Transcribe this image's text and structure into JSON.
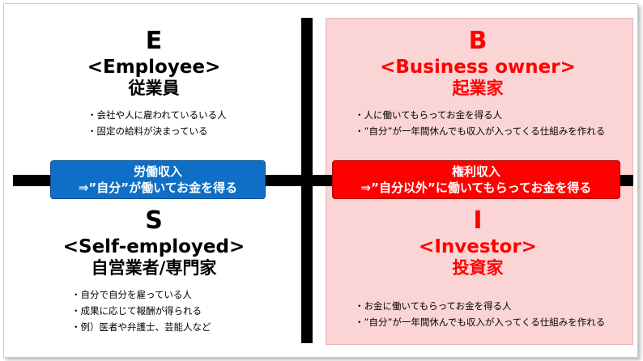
{
  "quadrants": {
    "employee": {
      "letter": "E",
      "english": "<Employee>",
      "japanese": "従業員",
      "bullets": [
        "・会社や人に雇われているいる人",
        "・固定の給料が決まっている"
      ]
    },
    "business_owner": {
      "letter": "B",
      "english": "<Business owner>",
      "japanese": "起業家",
      "bullets": [
        "・人に働いてもらってお金を得る人",
        "・”自分”が一年間休んでも収入が入ってくる仕組みを作れる"
      ]
    },
    "self_employed": {
      "letter": "S",
      "english": "<Self-employed>",
      "japanese": "自営業者/専門家",
      "bullets": [
        "・自分で自分を雇っている人",
        "・成果に応じて報酬が得られる",
        "・例）医者や弁護士、芸能人など"
      ]
    },
    "investor": {
      "letter": "I",
      "english": "<Investor>",
      "japanese": "投資家",
      "bullets": [
        "・お金に働いてもらってお金を得る人",
        "・”自分”が一年間休んでも収入が入ってくる仕組みを作れる"
      ]
    }
  },
  "banners": {
    "labor_income": {
      "line1": "労働収入",
      "line2": "⇒”自分”が働いてお金を得る"
    },
    "rights_income": {
      "line1": "権利収入",
      "line2": "⇒”自分以外”に働いてもらってお金を得る"
    }
  },
  "colors": {
    "accent_red": "#ff0000",
    "banner_blue": "#0f6fc6",
    "right_panel": "#fbd5d5"
  }
}
